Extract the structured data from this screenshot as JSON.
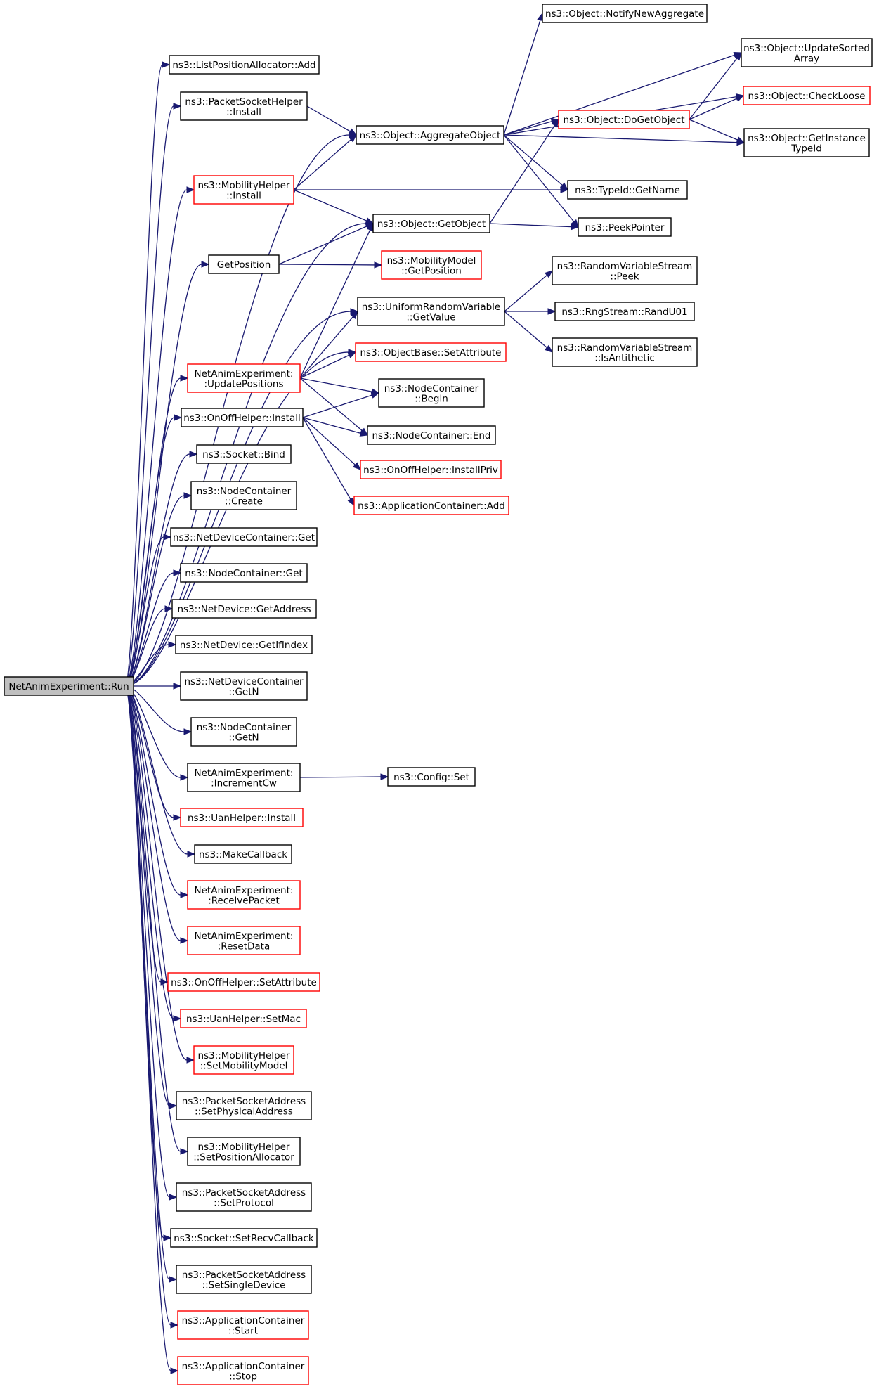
{
  "colors": {
    "edge": "#191970",
    "border_default": "#000000",
    "border_incomplete": "#ff0000",
    "root_fill": "#bfbfbf",
    "node_fill": "#ffffff"
  },
  "nodes": [
    {
      "id": "run",
      "lines": [
        "NetAnimExperiment::Run"
      ],
      "style": "root"
    },
    {
      "id": "lpa_add",
      "lines": [
        "ns3::ListPositionAllocator::Add"
      ],
      "style": "black"
    },
    {
      "id": "psh_install",
      "lines": [
        "ns3::PacketSocketHelper",
        "::Install"
      ],
      "style": "black"
    },
    {
      "id": "mh_install",
      "lines": [
        "ns3::MobilityHelper",
        "::Install"
      ],
      "style": "red"
    },
    {
      "id": "getposition",
      "lines": [
        "GetPosition"
      ],
      "style": "black"
    },
    {
      "id": "nae_update",
      "lines": [
        "NetAnimExperiment:",
        ":UpdatePositions"
      ],
      "style": "red"
    },
    {
      "id": "onoff_install",
      "lines": [
        "ns3::OnOffHelper::Install"
      ],
      "style": "black"
    },
    {
      "id": "socket_bind",
      "lines": [
        "ns3::Socket::Bind"
      ],
      "style": "black"
    },
    {
      "id": "nc_create",
      "lines": [
        "ns3::NodeContainer",
        "::Create"
      ],
      "style": "black"
    },
    {
      "id": "ndc_get",
      "lines": [
        "ns3::NetDeviceContainer::Get"
      ],
      "style": "black"
    },
    {
      "id": "nc_get",
      "lines": [
        "ns3::NodeContainer::Get"
      ],
      "style": "black"
    },
    {
      "id": "nd_getaddress",
      "lines": [
        "ns3::NetDevice::GetAddress"
      ],
      "style": "black"
    },
    {
      "id": "nd_getifindex",
      "lines": [
        "ns3::NetDevice::GetIfIndex"
      ],
      "style": "black"
    },
    {
      "id": "ndc_getn",
      "lines": [
        "ns3::NetDeviceContainer",
        "::GetN"
      ],
      "style": "black"
    },
    {
      "id": "nc_getn",
      "lines": [
        "ns3::NodeContainer",
        "::GetN"
      ],
      "style": "black"
    },
    {
      "id": "nae_inccw",
      "lines": [
        "NetAnimExperiment:",
        ":IncrementCw"
      ],
      "style": "black"
    },
    {
      "id": "uan_install",
      "lines": [
        "ns3::UanHelper::Install"
      ],
      "style": "red"
    },
    {
      "id": "makecallback",
      "lines": [
        "ns3::MakeCallback"
      ],
      "style": "black"
    },
    {
      "id": "nae_recv",
      "lines": [
        "NetAnimExperiment:",
        ":ReceivePacket"
      ],
      "style": "red"
    },
    {
      "id": "nae_reset",
      "lines": [
        "NetAnimExperiment:",
        ":ResetData"
      ],
      "style": "red"
    },
    {
      "id": "onoff_setattr",
      "lines": [
        "ns3::OnOffHelper::SetAttribute"
      ],
      "style": "red"
    },
    {
      "id": "uan_setmac",
      "lines": [
        "ns3::UanHelper::SetMac"
      ],
      "style": "red"
    },
    {
      "id": "mh_setmm",
      "lines": [
        "ns3::MobilityHelper",
        "::SetMobilityModel"
      ],
      "style": "red"
    },
    {
      "id": "psa_setphys",
      "lines": [
        "ns3::PacketSocketAddress",
        "::SetPhysicalAddress"
      ],
      "style": "black"
    },
    {
      "id": "mh_setpa",
      "lines": [
        "ns3::MobilityHelper",
        "::SetPositionAllocator"
      ],
      "style": "black"
    },
    {
      "id": "psa_setproto",
      "lines": [
        "ns3::PacketSocketAddress",
        "::SetProtocol"
      ],
      "style": "black"
    },
    {
      "id": "socket_setrecv",
      "lines": [
        "ns3::Socket::SetRecvCallback"
      ],
      "style": "black"
    },
    {
      "id": "psa_setsingle",
      "lines": [
        "ns3::PacketSocketAddress",
        "::SetSingleDevice"
      ],
      "style": "black"
    },
    {
      "id": "ac_start",
      "lines": [
        "ns3::ApplicationContainer",
        "::Start"
      ],
      "style": "red"
    },
    {
      "id": "ac_stop",
      "lines": [
        "ns3::ApplicationContainer",
        "::Stop"
      ],
      "style": "red"
    },
    {
      "id": "obj_aggregate",
      "lines": [
        "ns3::Object::AggregateObject"
      ],
      "style": "black"
    },
    {
      "id": "obj_getobject",
      "lines": [
        "ns3::Object::GetObject"
      ],
      "style": "black"
    },
    {
      "id": "mm_getposition",
      "lines": [
        "ns3::MobilityModel",
        "::GetPosition"
      ],
      "style": "red"
    },
    {
      "id": "urv_getvalue",
      "lines": [
        "ns3::UniformRandomVariable",
        "::GetValue"
      ],
      "style": "black"
    },
    {
      "id": "ob_setattr",
      "lines": [
        "ns3::ObjectBase::SetAttribute"
      ],
      "style": "red"
    },
    {
      "id": "nc_begin",
      "lines": [
        "ns3::NodeContainer",
        "::Begin"
      ],
      "style": "black"
    },
    {
      "id": "nc_end",
      "lines": [
        "ns3::NodeContainer::End"
      ],
      "style": "black"
    },
    {
      "id": "onoff_installpriv",
      "lines": [
        "ns3::OnOffHelper::InstallPriv"
      ],
      "style": "red"
    },
    {
      "id": "ac_add",
      "lines": [
        "ns3::ApplicationContainer::Add"
      ],
      "style": "red"
    },
    {
      "id": "config_set",
      "lines": [
        "ns3::Config::Set"
      ],
      "style": "black"
    },
    {
      "id": "obj_notify",
      "lines": [
        "ns3::Object::NotifyNewAggregate"
      ],
      "style": "black"
    },
    {
      "id": "obj_dogetobject",
      "lines": [
        "ns3::Object::DoGetObject"
      ],
      "style": "red"
    },
    {
      "id": "typeid_getname",
      "lines": [
        "ns3::TypeId::GetName"
      ],
      "style": "black"
    },
    {
      "id": "peekpointer",
      "lines": [
        "ns3::PeekPointer"
      ],
      "style": "black"
    },
    {
      "id": "rvs_peek",
      "lines": [
        "ns3::RandomVariableStream",
        "::Peek"
      ],
      "style": "black"
    },
    {
      "id": "rng_randu01",
      "lines": [
        "ns3::RngStream::RandU01"
      ],
      "style": "black"
    },
    {
      "id": "rvs_isanti",
      "lines": [
        "ns3::RandomVariableStream",
        "::IsAntithetic"
      ],
      "style": "black"
    },
    {
      "id": "obj_updatesorted",
      "lines": [
        "ns3::Object::UpdateSorted",
        "Array"
      ],
      "style": "black"
    },
    {
      "id": "obj_checkloose",
      "lines": [
        "ns3::Object::CheckLoose"
      ],
      "style": "red"
    },
    {
      "id": "obj_getinstance",
      "lines": [
        "ns3::Object::GetInstance",
        "TypeId"
      ],
      "style": "black"
    }
  ],
  "edges": [
    [
      "run",
      "lpa_add"
    ],
    [
      "run",
      "psh_install"
    ],
    [
      "run",
      "obj_aggregate"
    ],
    [
      "run",
      "mh_install"
    ],
    [
      "run",
      "obj_getobject"
    ],
    [
      "run",
      "getposition"
    ],
    [
      "run",
      "urv_getvalue"
    ],
    [
      "run",
      "ob_setattr"
    ],
    [
      "run",
      "nae_update"
    ],
    [
      "run",
      "onoff_install"
    ],
    [
      "run",
      "socket_bind"
    ],
    [
      "run",
      "nc_create"
    ],
    [
      "run",
      "ndc_get"
    ],
    [
      "run",
      "nc_get"
    ],
    [
      "run",
      "nd_getaddress"
    ],
    [
      "run",
      "nd_getifindex"
    ],
    [
      "run",
      "ndc_getn"
    ],
    [
      "run",
      "nc_getn"
    ],
    [
      "run",
      "nae_inccw"
    ],
    [
      "run",
      "uan_install"
    ],
    [
      "run",
      "makecallback"
    ],
    [
      "run",
      "nae_recv"
    ],
    [
      "run",
      "nae_reset"
    ],
    [
      "run",
      "onoff_setattr"
    ],
    [
      "run",
      "uan_setmac"
    ],
    [
      "run",
      "mh_setmm"
    ],
    [
      "run",
      "psa_setphys"
    ],
    [
      "run",
      "mh_setpa"
    ],
    [
      "run",
      "psa_setproto"
    ],
    [
      "run",
      "socket_setrecv"
    ],
    [
      "run",
      "psa_setsingle"
    ],
    [
      "run",
      "ac_start"
    ],
    [
      "run",
      "ac_stop"
    ],
    [
      "psh_install",
      "obj_aggregate"
    ],
    [
      "mh_install",
      "obj_aggregate"
    ],
    [
      "mh_install",
      "typeid_getname"
    ],
    [
      "mh_install",
      "obj_getobject"
    ],
    [
      "getposition",
      "obj_getobject"
    ],
    [
      "getposition",
      "mm_getposition"
    ],
    [
      "nae_update",
      "obj_getobject"
    ],
    [
      "nae_update",
      "urv_getvalue"
    ],
    [
      "nae_update",
      "ob_setattr"
    ],
    [
      "nae_update",
      "nc_begin"
    ],
    [
      "nae_update",
      "nc_end"
    ],
    [
      "onoff_install",
      "nc_begin"
    ],
    [
      "onoff_install",
      "nc_end"
    ],
    [
      "onoff_install",
      "onoff_installpriv"
    ],
    [
      "onoff_install",
      "ac_add"
    ],
    [
      "nae_inccw",
      "config_set"
    ],
    [
      "obj_aggregate",
      "obj_notify"
    ],
    [
      "obj_aggregate",
      "obj_updatesorted"
    ],
    [
      "obj_aggregate",
      "obj_checkloose"
    ],
    [
      "obj_aggregate",
      "obj_dogetobject"
    ],
    [
      "obj_aggregate",
      "obj_getinstance"
    ],
    [
      "obj_aggregate",
      "typeid_getname"
    ],
    [
      "obj_aggregate",
      "peekpointer"
    ],
    [
      "obj_getobject",
      "obj_dogetobject"
    ],
    [
      "obj_getobject",
      "peekpointer"
    ],
    [
      "obj_dogetobject",
      "obj_updatesorted"
    ],
    [
      "obj_dogetobject",
      "obj_checkloose"
    ],
    [
      "obj_dogetobject",
      "obj_getinstance"
    ],
    [
      "urv_getvalue",
      "rvs_peek"
    ],
    [
      "urv_getvalue",
      "rng_randu01"
    ],
    [
      "urv_getvalue",
      "rvs_isanti"
    ]
  ]
}
